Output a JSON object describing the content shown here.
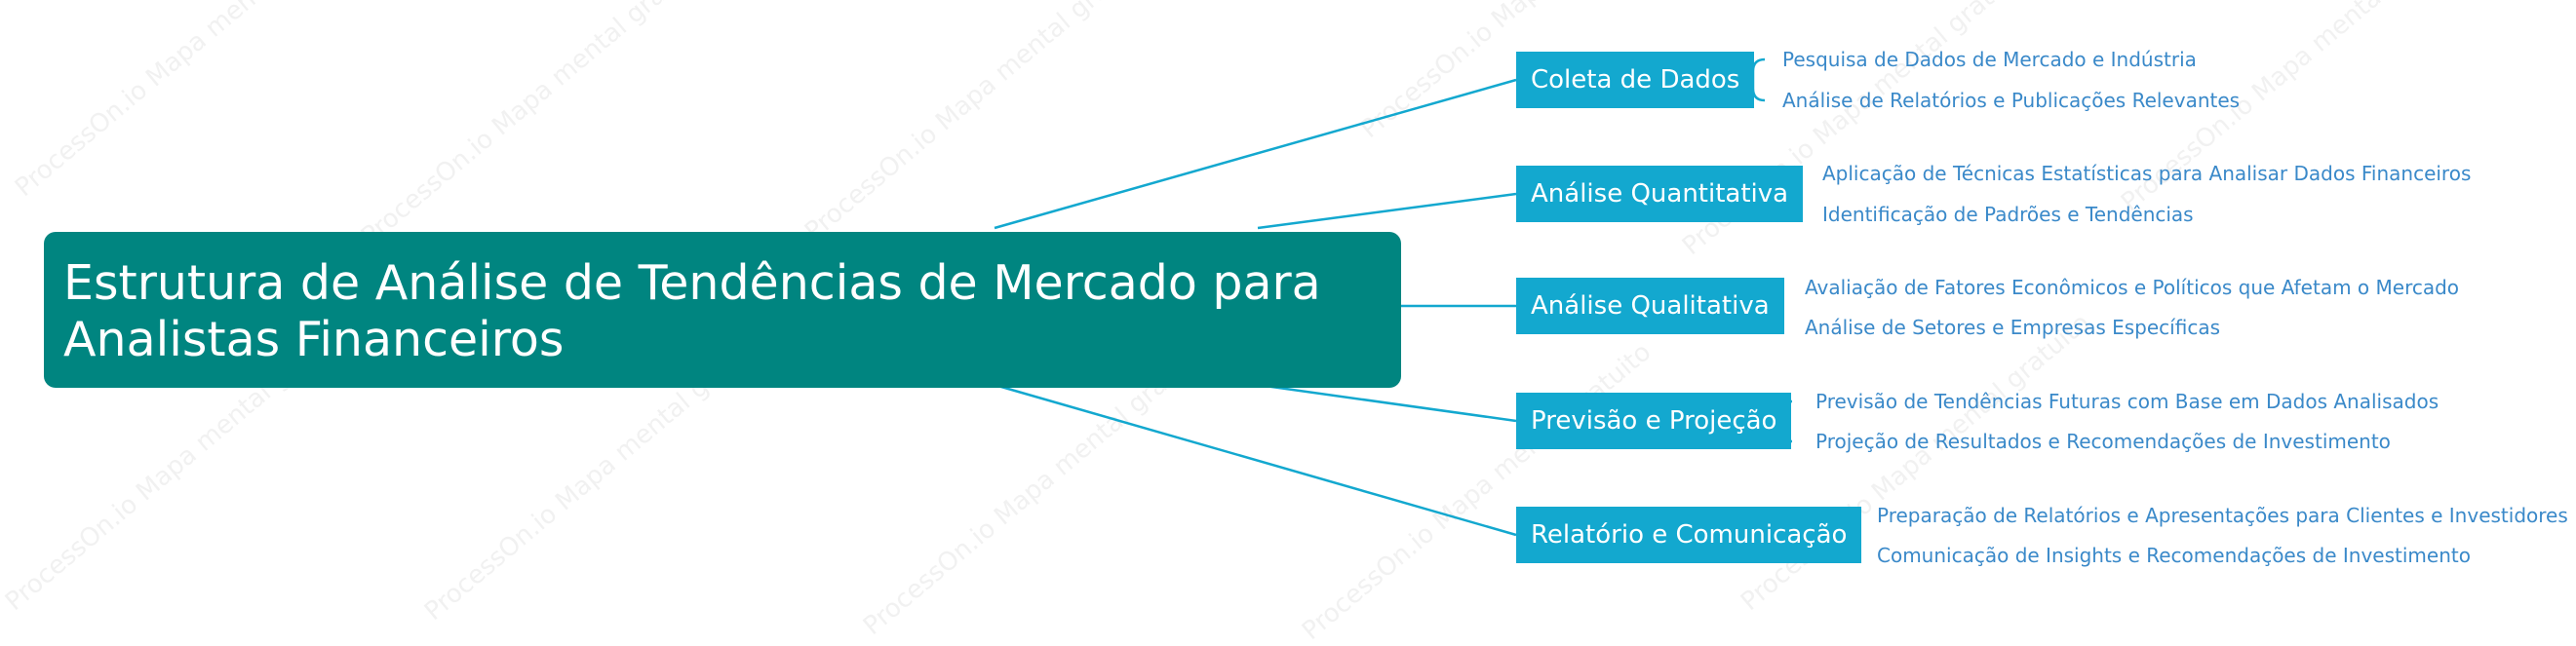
{
  "watermark": "ProcessOn.io Mapa mental gratuito",
  "mindmap": {
    "root": "Estrutura de Análise de Tendências de Mercado para Analistas Financeiros",
    "branches": [
      {
        "label": "Coleta de Dados",
        "leaves": [
          "Pesquisa de Dados de Mercado e Indústria",
          "Análise de Relatórios e Publicações Relevantes"
        ]
      },
      {
        "label": "Análise Quantitativa",
        "leaves": [
          "Aplicação de Técnicas Estatísticas para Analisar Dados Financeiros",
          "Identificação de Padrões e Tendências"
        ]
      },
      {
        "label": "Análise Qualitativa",
        "leaves": [
          "Avaliação de Fatores Econômicos e Políticos que Afetam o Mercado",
          "Análise de Setores e Empresas Específicas"
        ]
      },
      {
        "label": "Previsão e Projeção",
        "leaves": [
          "Previsão de Tendências Futuras com Base em Dados Analisados",
          "Projeção de Resultados e Recomendações de Investimento"
        ]
      },
      {
        "label": "Relatório e Comunicação",
        "leaves": [
          "Preparação de Relatórios e Apresentações para Clientes e Investidores",
          "Comunicação de Insights e Recomendações de Investimento"
        ]
      }
    ]
  },
  "colors": {
    "root": "#008580",
    "branch": "#13a8cf",
    "connector": "#13a8cf",
    "leaf_text": "#3a89c9"
  }
}
